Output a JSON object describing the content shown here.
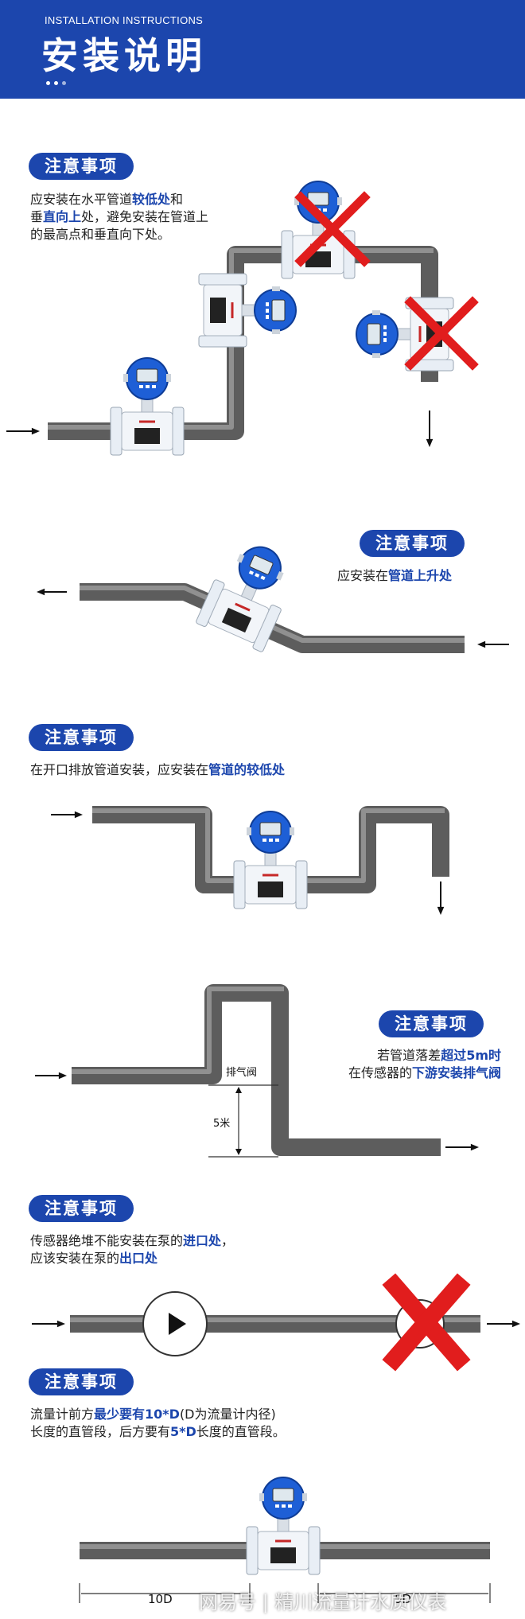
{
  "header": {
    "subtitle": "INSTALLATION INSTRUCTIONS",
    "title": "安装说明"
  },
  "sections": [
    {
      "badge": "注意事项",
      "lines": [
        [
          {
            "t": "应安装在水平管道"
          },
          {
            "t": "较低处",
            "b": true
          },
          {
            "t": "和"
          }
        ],
        [
          {
            "t": "垂"
          },
          {
            "t": "直向上",
            "b": true
          },
          {
            "t": "处，避免安装在管道上"
          }
        ],
        [
          {
            "t": "的最高点和垂直向下处。"
          }
        ]
      ]
    },
    {
      "badge": "注意事项",
      "lines": [
        [
          {
            "t": "应安装在"
          },
          {
            "t": "管道上升处",
            "b": true
          }
        ]
      ]
    },
    {
      "badge": "注意事项",
      "lines": [
        [
          {
            "t": "在开口排放管道安装，应安装在"
          },
          {
            "t": "管道的较低处",
            "b": true
          }
        ]
      ]
    },
    {
      "badge": "注意事项",
      "lines": [
        [
          {
            "t": "若管道落差"
          },
          {
            "t": "超过5m时",
            "b": true
          }
        ],
        [
          {
            "t": "在传感器的"
          },
          {
            "t": "下游安装排气阀",
            "b": true
          }
        ]
      ],
      "labels": {
        "valve": "排气阀",
        "height": "5米"
      }
    },
    {
      "badge": "注意事项",
      "lines": [
        [
          {
            "t": "传感器绝堆不能安装在泵的"
          },
          {
            "t": "进口处",
            "b": true
          },
          {
            "t": "，"
          }
        ],
        [
          {
            "t": "应该安装在泵的"
          },
          {
            "t": "出口处",
            "b": true
          }
        ]
      ]
    },
    {
      "badge": "注意事项",
      "lines": [
        [
          {
            "t": "流量计前方"
          },
          {
            "t": "最少要有10*D",
            "b": true
          },
          {
            "t": "(D为流量计内径)"
          }
        ],
        [
          {
            "t": "长度的直管段，后方要有"
          },
          {
            "t": "5*D",
            "b": true
          },
          {
            "t": "长度的直管段。"
          }
        ]
      ],
      "labels": {
        "upstream": "10D",
        "downstream": "5D"
      }
    }
  ],
  "watermark": "网易号 | 精川流量计水质仪表",
  "colors": {
    "brand": "#1c46ad",
    "pipe": "#5d5d5d",
    "cross": "#e11d1d"
  }
}
